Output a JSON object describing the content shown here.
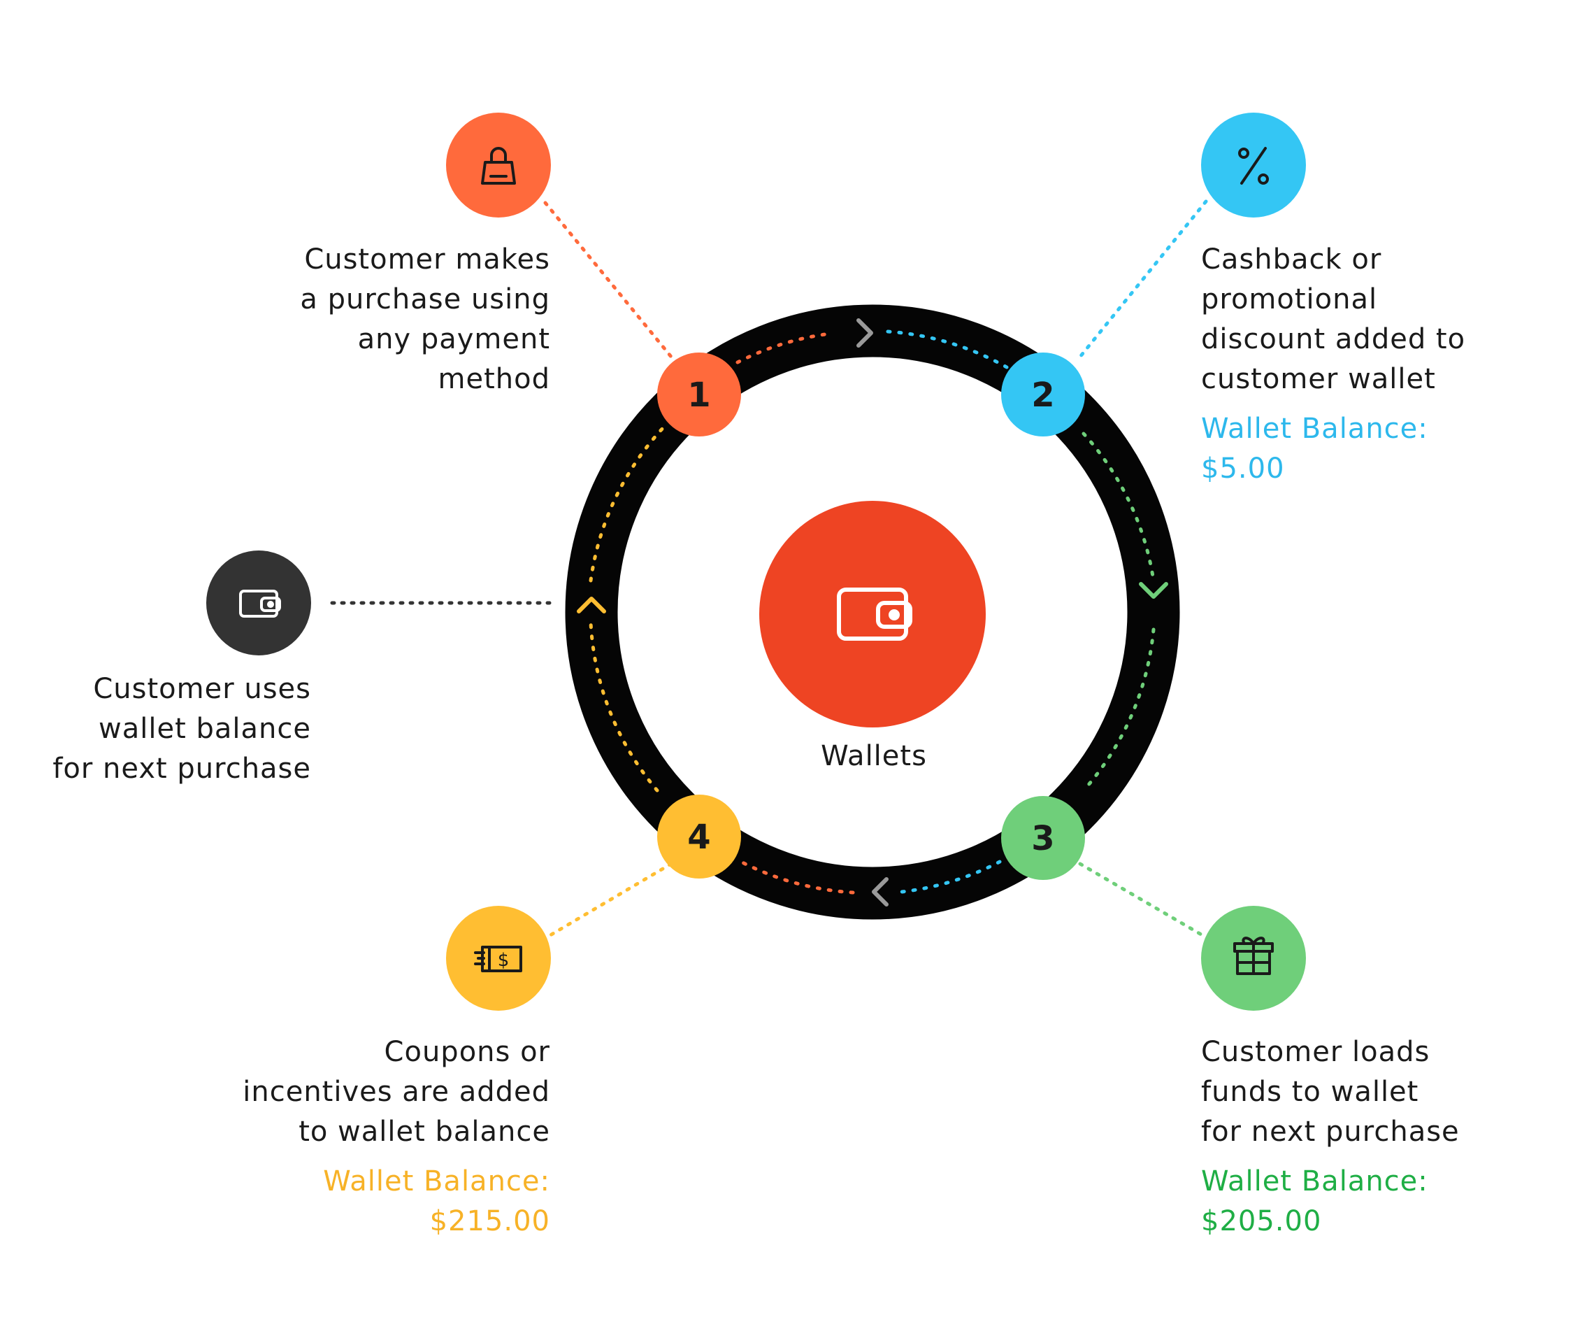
{
  "center": {
    "label": "Wallets",
    "icon": "wallet-icon",
    "color": "#ee4423"
  },
  "ring": {
    "color": "#050505"
  },
  "steps": [
    {
      "number": "1",
      "color": "#ff6a3c",
      "icon": "shopping-bag-icon",
      "text": [
        "Customer makes",
        "a purchase using",
        "any payment",
        "method"
      ],
      "balance": []
    },
    {
      "number": "2",
      "color": "#34c6f4",
      "icon": "percent-icon",
      "text": [
        "Cashback or",
        "promotional",
        "discount added to",
        "customer wallet"
      ],
      "balance": [
        "Wallet Balance:",
        "$5.00"
      ],
      "balance_color": "#2db8ec"
    },
    {
      "number": "3",
      "color": "#6fcf7a",
      "icon": "gift-icon",
      "text": [
        "Customer loads",
        "funds to wallet",
        "for next purchase"
      ],
      "balance": [
        "Wallet Balance:",
        "$205.00"
      ],
      "balance_color": "#1fae45"
    },
    {
      "number": "4",
      "color": "#ffbe32",
      "icon": "cash-icon",
      "text": [
        "Coupons or",
        "incentives are added",
        "to wallet balance"
      ],
      "balance": [
        "Wallet Balance:",
        "$215.00"
      ],
      "balance_color": "#f7b227"
    }
  ],
  "usage": {
    "color": "#333333",
    "icon": "wallet-icon",
    "text": [
      "Customer uses",
      "wallet balance",
      "for next purchase"
    ]
  }
}
